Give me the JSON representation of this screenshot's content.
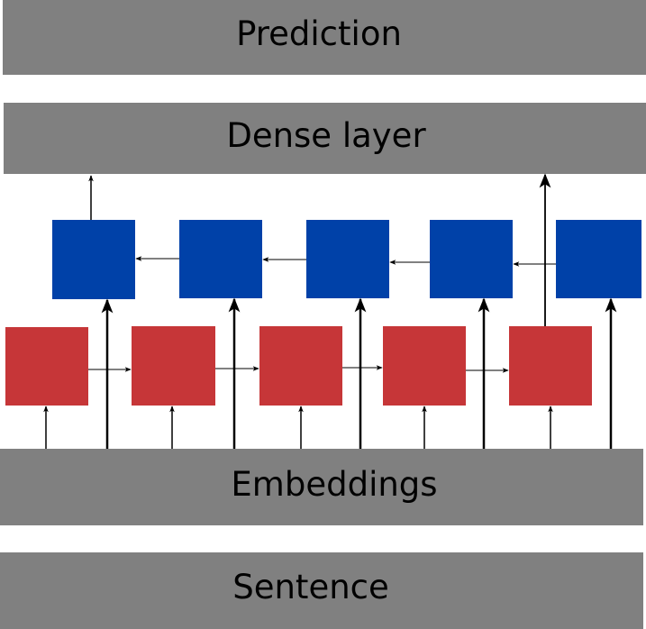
{
  "layers": {
    "prediction": {
      "label": "Prediction"
    },
    "dense": {
      "label": "Dense layer"
    },
    "embeddings": {
      "label": "Embeddings"
    },
    "sentence": {
      "label": "Sentence"
    }
  },
  "cells": {
    "forward_count": 5,
    "backward_count": 5
  },
  "colors": {
    "bar": "#808080",
    "forward_cell": "#c63638",
    "backward_cell": "#0041a8",
    "arrow": "#000000",
    "background": "#ffffff"
  }
}
